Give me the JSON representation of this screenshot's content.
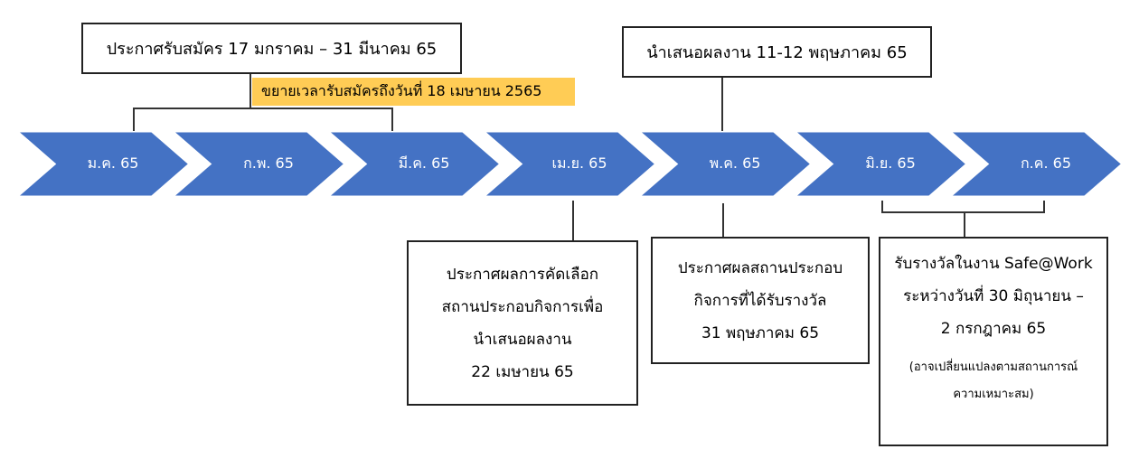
{
  "colors": {
    "chevron": "#4472C4",
    "highlight": "#FFCC55"
  },
  "months": [
    "ม.ค. 65",
    "ก.พ. 65",
    "มี.ค. 65",
    "เม.ย. 65",
    "พ.ค. 65",
    "มิ.ย. 65",
    "ก.ค. 65"
  ],
  "announce_apply": "ประกาศรับสมัคร 17 มกราคม – 31 มีนาคม 65",
  "extension": "ขยายเวลารับสมัครถึงวันที่ 18 เมษายน 2565",
  "presentation": "นำเสนอผลงาน 11-12 พฤษภาคม 65",
  "selection": [
    "ประกาศผลการคัดเลือก",
    "สถานประกอบกิจการเพื่อ",
    "นำเสนอผลงาน",
    "22 เมษายน 65"
  ],
  "winners": [
    "ประกาศผลสถานประกอบ",
    "กิจการที่ได้รับรางวัล",
    "31 พฤษภาคม 65"
  ],
  "award": [
    "รับรางวัลในงาน Safe@Work",
    "ระหว่างวันที่ 30 มิถุนายน –",
    "2 กรกฎาคม 65"
  ],
  "award_note": [
    "(อาจเปลี่ยนแปลงตามสถานการณ์",
    "ความเหมาะสม)"
  ]
}
